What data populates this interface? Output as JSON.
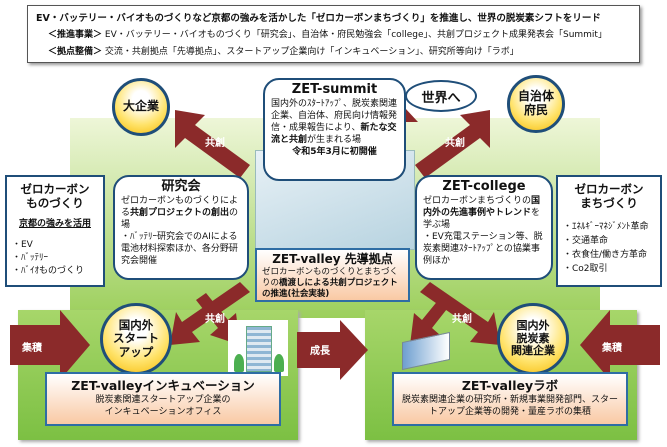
{
  "header": {
    "headline": "EV・バッテリー・バイオものづくりなど京都の強みを活かした「ゼロカーボンまちづくり」を推進し、世界の脱炭素シフトをリード",
    "line2_label": "＜推進事業＞",
    "line2_text": "EV・バッテリー・バイオものづくり「研究会」、自治体・府民勉強会「college」、共創プロジェクト成果発表会「Summit」",
    "line3_label": "＜拠点整備＞",
    "line3_text": "交流・共創拠点「先導拠点」、スタートアップ企業向け「インキュベーション」、研究所等向け「ラボ」"
  },
  "circles": {
    "big_company": "大企業",
    "municipality": "自治体\n府民",
    "startup": "国内外\nスタート\nアップ",
    "decarb_company": "国内外\n脱炭素\n関連企業"
  },
  "summit": {
    "title": "ZET-summit",
    "text1": "国内外のｽﾀｰﾄｱｯﾌﾟ、脱炭素関連企業、自治体、府民向け情報発信・成果報告により、",
    "text_bold": "新たな交流と共創",
    "text2": "が生まれる場",
    "date": "令和5年3月に初開催"
  },
  "world": "世界へ",
  "monozukuri": {
    "title": "ゼロカーボン\nものづくり",
    "subtitle": "京都の強みを活用",
    "items": [
      "・EV",
      "・ﾊﾞｯﾃﾘｰ",
      "・ﾊﾞｲｵものづくり"
    ]
  },
  "kenkyukai": {
    "title": "研究会",
    "text1": "ゼロカーボンものづくりによる",
    "text_bold": "共創プロジェクトの創出",
    "text2": "の場",
    "bullet": "・ﾊﾞｯﾃﾘｰ研究会でのAIによる電池材料探索ほか、各分野研究会開催"
  },
  "college": {
    "title": "ZET-college",
    "text1": "ゼロカーボンまちづくりの",
    "text_bold": "国内外の先進事例やトレンド",
    "text2": "を学ぶ場",
    "bullet": "・EV充電ステーション等、脱炭素関連ｽﾀｰﾄｱｯﾌﾟとの協業事例ほか"
  },
  "machizukuri": {
    "title": "ゼロカーボン\nまちづくり",
    "items": [
      "・ｴﾈﾙｷﾞｰﾏﾈｼﾞﾒﾝﾄ革命",
      "・交通革命",
      "・衣食住/働き方革命",
      "・Co2取引"
    ]
  },
  "hub": {
    "title": "ZET-valley 先導拠点",
    "text1": "ゼロカーボンものづくりとまちづくりの",
    "text_bold": "橋渡しによる共創プロジェクトの推進",
    "text2": "(社会実装)"
  },
  "arrows": {
    "cocreate": "共創",
    "accumulate": "集積",
    "growth": "成長"
  },
  "incubation": {
    "title": "ZET-valleyインキュベーション",
    "text": "脱炭素関連スタートアップ企業の\nインキュベーションオフィス"
  },
  "lab": {
    "title": "ZET-valleyラボ",
    "text": "脱炭素関連企業の研究所・新規事業開発部門、スタートアップ企業等の開発・量産ラボの集積"
  },
  "colors": {
    "arrow": "#8b2a2a",
    "border": "#1f4e79",
    "green": "#8cc850"
  }
}
